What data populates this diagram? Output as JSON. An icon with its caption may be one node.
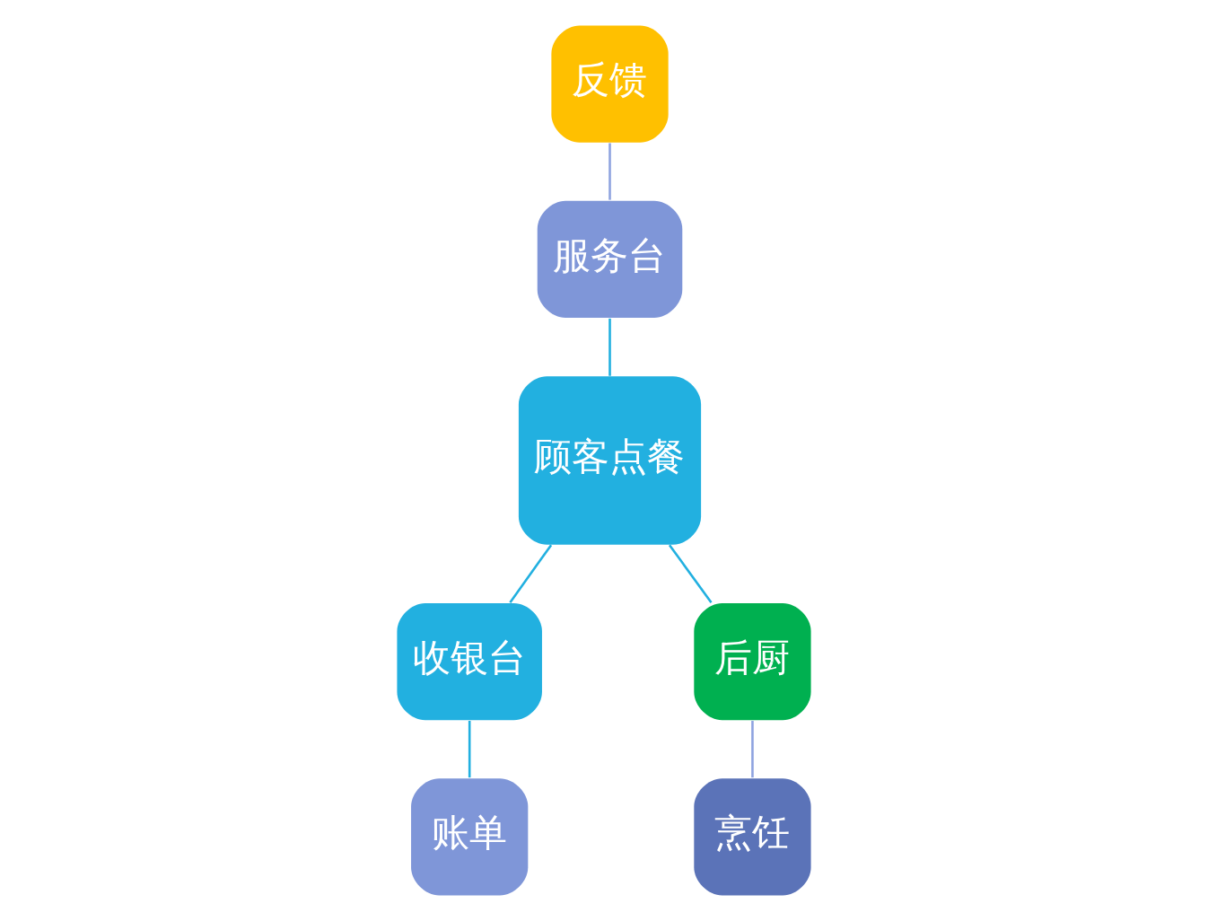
{
  "diagram": {
    "nodes": [
      {
        "text": [
          "反馈"
        ]
      },
      {
        "text": [
          "服务台"
        ]
      },
      {
        "text": [
          "顾客点餐"
        ]
      },
      {
        "text": [
          "收银台"
        ]
      },
      {
        "text": [
          "后厨"
        ]
      },
      {
        "text": [
          "账单"
        ]
      },
      {
        "text": [
          "烹饪"
        ]
      }
    ],
    "edges": [
      {
        "from": 0,
        "to": 1,
        "arrow": "none",
        "color": "#8fa3e0"
      },
      {
        "from": 1,
        "to": 2,
        "arrow": "none"
      },
      {
        "from": 2,
        "to": 3,
        "arrow": "none"
      },
      {
        "from": 2,
        "to": 4,
        "arrow": "none"
      },
      {
        "from": 3,
        "to": 5,
        "arrow": "none"
      },
      {
        "from": 4,
        "to": 6,
        "arrow": "none",
        "color": "#8fa3e0"
      }
    ]
  }
}
